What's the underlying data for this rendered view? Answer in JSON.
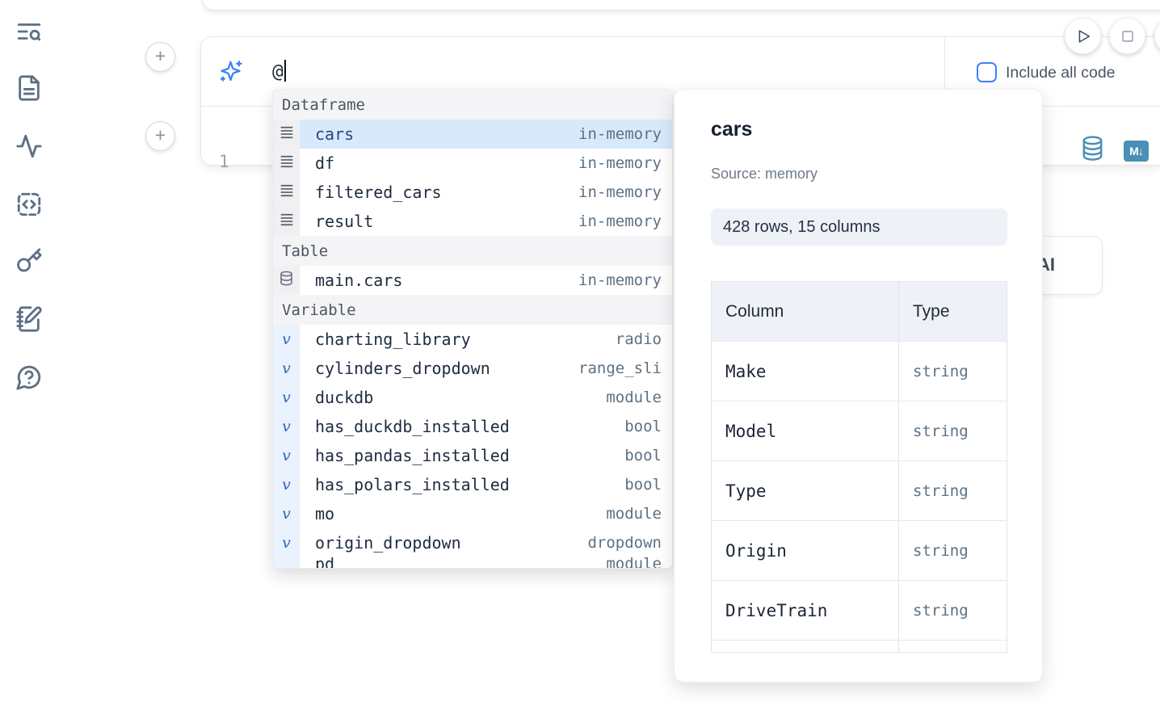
{
  "colors": {
    "accent_blue": "#3b82f6",
    "steel_blue": "#4a8fb5",
    "selection_bg": "#d9e9fc",
    "muted_text": "#5d7183",
    "dark_text": "#1d2b3f"
  },
  "sidebar": {
    "icons": [
      {
        "name": "text-search-icon"
      },
      {
        "name": "file-text-icon"
      },
      {
        "name": "activity-icon"
      },
      {
        "name": "code-snippets-icon"
      },
      {
        "name": "key-icon"
      },
      {
        "name": "notebook-pen-icon"
      },
      {
        "name": "help-chat-icon"
      }
    ]
  },
  "toolbar": {
    "include_all_code_label": "Include all code",
    "markdown_badge": "M↓"
  },
  "cell": {
    "add_cell_label": "+",
    "ai_prompt_value": "@",
    "line_number": "1"
  },
  "autocomplete": {
    "sections": [
      {
        "label": "Dataframe",
        "items": [
          {
            "name": "cars",
            "type": "in-memory"
          },
          {
            "name": "df",
            "type": "in-memory"
          },
          {
            "name": "filtered_cars",
            "type": "in-memory"
          },
          {
            "name": "result",
            "type": "in-memory"
          }
        ]
      },
      {
        "label": "Table",
        "items": [
          {
            "name": "main.cars",
            "type": "in-memory"
          }
        ]
      },
      {
        "label": "Variable",
        "items": [
          {
            "name": "charting_library",
            "type": "radio"
          },
          {
            "name": "cylinders_dropdown",
            "type": "range_sli"
          },
          {
            "name": "duckdb",
            "type": "module"
          },
          {
            "name": "has_duckdb_installed",
            "type": "bool"
          },
          {
            "name": "has_pandas_installed",
            "type": "bool"
          },
          {
            "name": "has_polars_installed",
            "type": "bool"
          },
          {
            "name": "mo",
            "type": "module"
          },
          {
            "name": "origin_dropdown",
            "type": "dropdown"
          },
          {
            "name": "pd",
            "type": "module"
          }
        ]
      }
    ]
  },
  "preview": {
    "title": "cars",
    "source_label": "Source: memory",
    "shape_badge": "428 rows, 15 columns",
    "table": {
      "col_header": "Column",
      "type_header": "Type",
      "rows": [
        {
          "column": "Make",
          "type": "string"
        },
        {
          "column": "Model",
          "type": "string"
        },
        {
          "column": "Type",
          "type": "string"
        },
        {
          "column": "Origin",
          "type": "string"
        },
        {
          "column": "DriveTrain",
          "type": "string"
        }
      ]
    }
  },
  "ai_button": {
    "visible_text": "l AI"
  }
}
